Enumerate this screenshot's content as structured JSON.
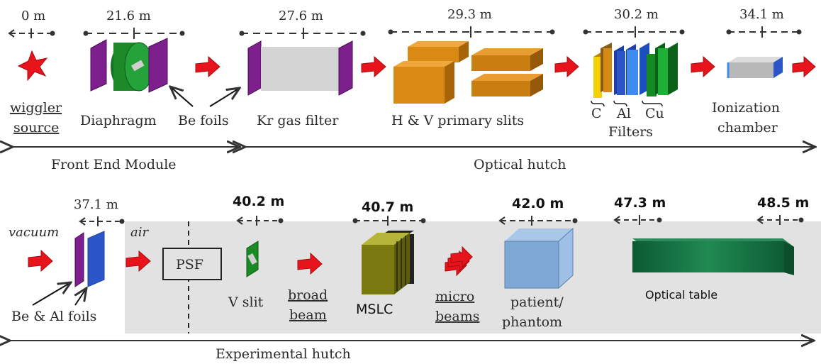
{
  "distances": {
    "d0": "0 m",
    "d1": "21.6 m",
    "d2": "27.6 m",
    "d3": "29.3 m",
    "d4": "30.2 m",
    "d5": "34.1 m",
    "d6": "37.1 m",
    "d7": "40.2 m",
    "d8": "40.7 m",
    "d9": "42.0 m",
    "d10": "47.3 m",
    "d11": "48.5 m"
  },
  "components": {
    "wiggler_line1": "wiggler",
    "wiggler_line2": "source",
    "diaphragm": "Diaphragm",
    "be_foils": "Be foils",
    "kr_filter": "Kr gas filter",
    "primary_slits": "H & V primary slits",
    "filter_c": "C",
    "filter_al": "Al",
    "filter_cu": "Cu",
    "filters": "Filters",
    "ion_line1": "Ionization",
    "ion_line2": "chamber",
    "vacuum": "vacuum",
    "air": "air",
    "psf": "PSF",
    "be_al_foils": "Be & Al foils",
    "v_slit": "V slit",
    "broad_line1": "broad",
    "broad_line2": "beam",
    "mslc": "MSLC",
    "micro_line1": "micro",
    "micro_line2": "beams",
    "patient_line1": "patient/",
    "patient_line2": "phantom",
    "optical_table": "Optical table"
  },
  "sections": {
    "front_end": "Front End Module",
    "optical_hutch": "Optical hutch",
    "experimental_hutch": "Experimental hutch"
  },
  "colors": {
    "beam_arrow": "#e8141c",
    "purple_foil": "#7d1f8c",
    "green_diaphragm": "#1d8a2a",
    "orange_slit": "#d98a14",
    "blue_plate": "#2c56c8",
    "hutch_bg": "#e0e0e0"
  }
}
